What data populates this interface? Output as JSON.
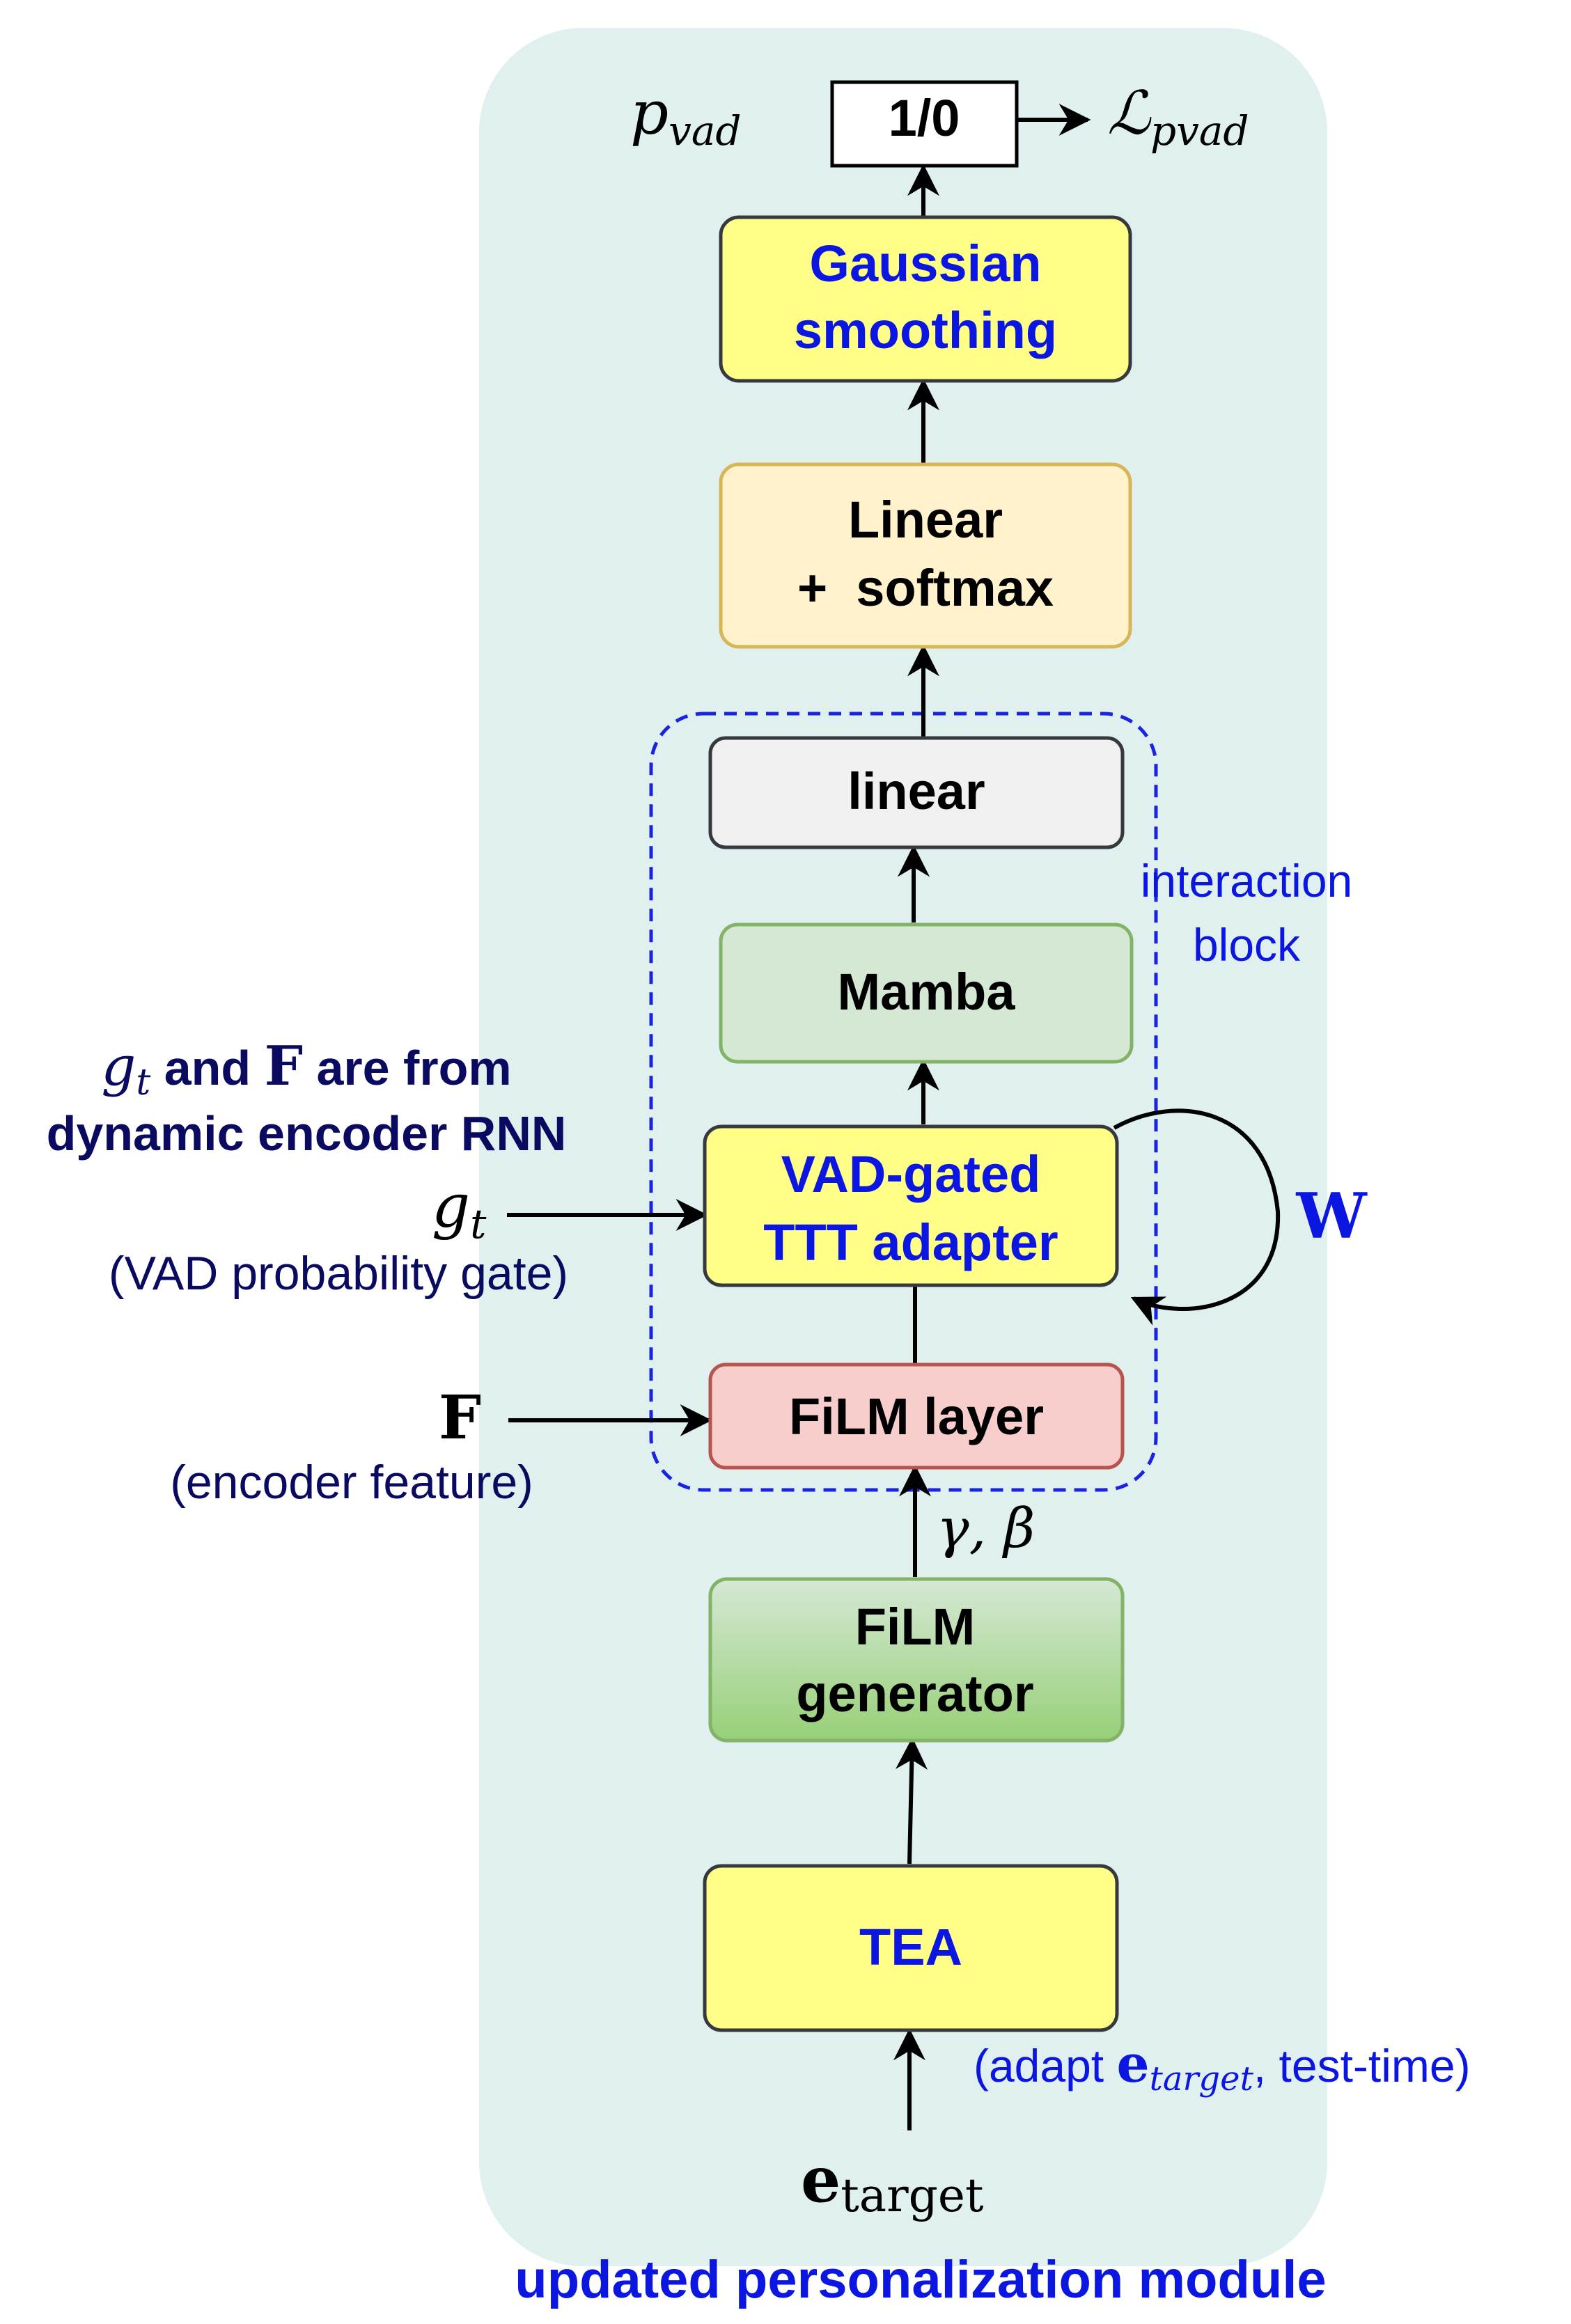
{
  "output_box": {
    "label": "1/0"
  },
  "p_vad": {
    "base": "p",
    "sub": "vad"
  },
  "loss": {
    "base": "ℒ",
    "sub": "pvad"
  },
  "gaussian": {
    "line1": "Gaussian",
    "line2": "smoothing"
  },
  "linear_softmax": {
    "line1": "Linear",
    "line2": "+  softmax"
  },
  "linear": {
    "label": "linear"
  },
  "mamba": {
    "label": "Mamba"
  },
  "interaction_block": {
    "line1": "interaction",
    "line2": "block"
  },
  "ttt": {
    "line1": "VAD-gated",
    "line2": "TTT adapter"
  },
  "w_symbol": "W",
  "film_layer": {
    "label": "FiLM layer"
  },
  "gamma_beta": "γ, β",
  "film_generator": {
    "line1": "FiLM",
    "line2": "generator"
  },
  "tea": {
    "label": "TEA"
  },
  "tea_note": {
    "prefix": "(adapt ",
    "sym": "e",
    "sub": "target",
    "suffix": ", test-time)"
  },
  "e_target": {
    "sym": "e",
    "sub": "target"
  },
  "source_note": {
    "g": "g",
    "g_sub": "t",
    "middle": " and ",
    "f": "F",
    "end": " are from",
    "line2": "dynamic encoder RNN"
  },
  "g_input": {
    "sym": "g",
    "sub": "t",
    "desc": "(VAD probability gate)"
  },
  "f_input": {
    "sym": "F",
    "desc": "(encoder feature)"
  },
  "caption": "updated personalization module",
  "colors": {
    "panel": "#dff0ef",
    "yellow": "#ffff88",
    "cream": "#fff2cc",
    "grey": "#f0f0f0",
    "mint": "#d5e8d4",
    "pink": "#f8cecc",
    "pink_stroke": "#b85450",
    "green_top": "#d5e8d4",
    "green_bottom": "#97d077",
    "green_stroke": "#82b366",
    "blue": "#0b16e0",
    "navy": "#0a0a60"
  }
}
